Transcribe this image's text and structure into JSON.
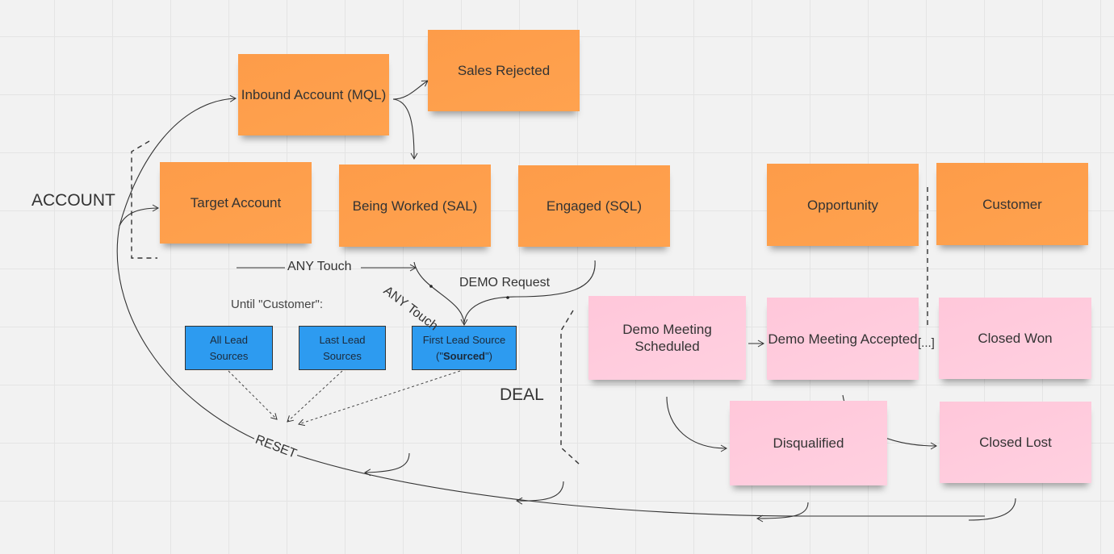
{
  "diagram": {
    "section_labels": {
      "account": "ACCOUNT",
      "deal": "DEAL"
    },
    "account_stages": {
      "inbound_account": "Inbound Account (MQL)",
      "sales_rejected": "Sales Rejected",
      "target_account": "Target Account",
      "being_worked": "Being Worked (SAL)",
      "engaged": "Engaged (SQL)",
      "opportunity": "Opportunity",
      "customer": "Customer"
    },
    "deal_stages": {
      "demo_scheduled": "Demo Meeting Scheduled",
      "demo_accepted": "Demo Meeting Accepted",
      "closed_won": "Closed Won",
      "disqualified": "Disqualified",
      "closed_lost": "Closed Lost"
    },
    "lead_sources": {
      "heading": "Until \"Customer\":",
      "all": "All Lead Sources",
      "last": "Last Lead Sources",
      "first_prefix": "First Lead Source (\"",
      "first_bold": "Sourced",
      "first_suffix": "\")"
    },
    "connector_labels": {
      "any_touch_1": "ANY Touch",
      "any_touch_2": "ANY Touch",
      "demo_request": "DEMO Request",
      "reset": "RESET",
      "ellipsis": "[...]"
    },
    "colors": {
      "account_sticky": "#fd9c49",
      "deal_sticky": "#ffcbdc",
      "lead_source_box": "#2d9bf0",
      "canvas": "#f2f2f2"
    }
  }
}
